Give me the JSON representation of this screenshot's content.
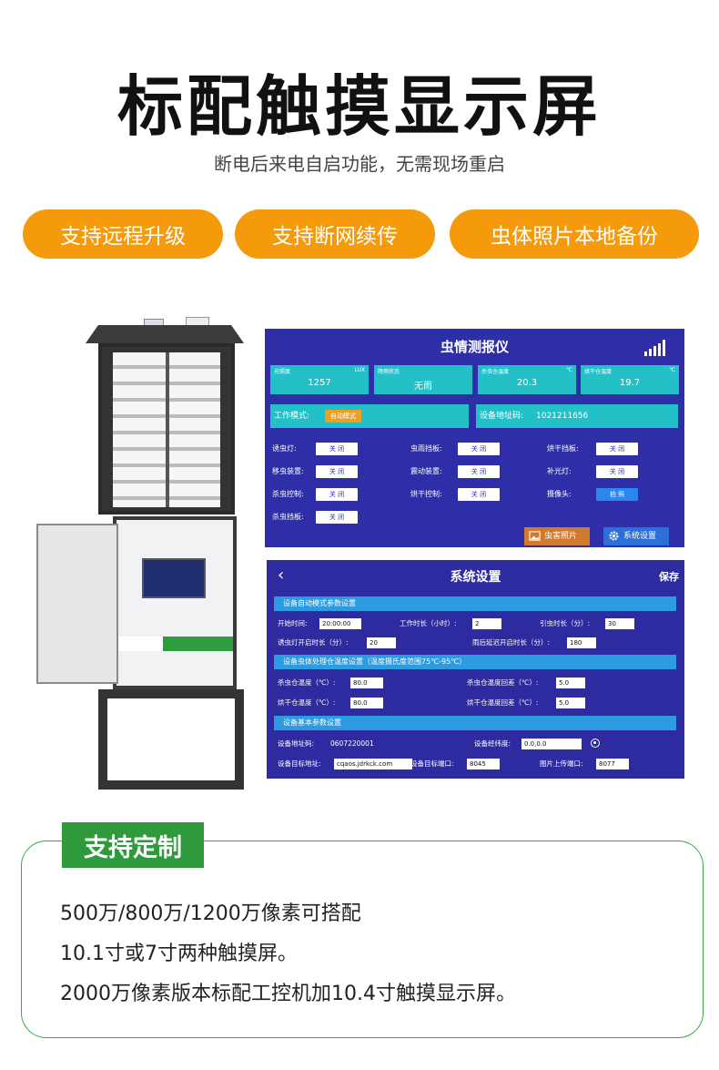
{
  "title": "标配触摸显示屏",
  "subtitle": "断电后来电自启功能，无需现场重启",
  "pills": [
    "支持远程升级",
    "支持断网续传",
    "虫体照片本地备份"
  ],
  "screen1": {
    "title": "虫情测报仪",
    "cards": [
      {
        "label": "光照度",
        "unit": "LUX",
        "value": "1257"
      },
      {
        "label": "降雨状态",
        "unit": "",
        "value": "无雨"
      },
      {
        "label": "杀虫仓温度",
        "unit": "℃",
        "value": "20.3"
      },
      {
        "label": "烘干仓温度",
        "unit": "℃",
        "value": "19.7"
      }
    ],
    "mode_label": "工作模式:",
    "mode_value": "自动模式",
    "addr_label": "设备地址码:",
    "addr_value": "1021211656",
    "controls": [
      {
        "label": "诱虫灯:",
        "value": "关 闭"
      },
      {
        "label": "虫雨挡板:",
        "value": "关 闭"
      },
      {
        "label": "烘干挡板:",
        "value": "关 闭"
      },
      {
        "label": "移虫装置:",
        "value": "关 闭"
      },
      {
        "label": "震动装置:",
        "value": "关 闭"
      },
      {
        "label": "补光灯:",
        "value": "关 闭"
      },
      {
        "label": "杀虫控制:",
        "value": "关 闭"
      },
      {
        "label": "烘干控制:",
        "value": "关 闭"
      },
      {
        "label": "摄像头:",
        "value": "拍 照"
      },
      {
        "label": "杀虫挡板:",
        "value": "关 闭"
      }
    ],
    "btn_photo": "虫害照片",
    "btn_settings": "系统设置"
  },
  "screen2": {
    "back": "‹",
    "title": "系统设置",
    "save": "保存",
    "sec1": "设备自动模式参数设置",
    "start_time_label": "开始时间:",
    "start_time": "20:00:00",
    "work_label": "工作时长（小时）:",
    "work_value": "2",
    "lure_label": "引虫时长（分）:",
    "lure_value": "30",
    "lamp_label": "诱虫灯开启时长（分）:",
    "lamp_value": "20",
    "rain_label": "雨后延迟开启时长（分）:",
    "rain_value": "180",
    "sec2": "设备虫体处理仓温度设置（温度摄氏度范围75℃-95℃）",
    "kill_temp_label": "杀虫仓温度（℃）:",
    "kill_temp": "80.0",
    "kill_diff_label": "杀虫仓温度回差（℃）:",
    "kill_diff": "5.0",
    "dry_temp_label": "烘干仓温度（℃）:",
    "dry_temp": "80.0",
    "dry_diff_label": "烘干仓温度回差（℃）:",
    "dry_diff": "5.0",
    "sec3": "设备基本参数设置",
    "addr_label": "设备地址码:",
    "addr_value": "0607220001",
    "lnglat_label": "设备经纬度:",
    "lnglat_value": "0.0,0.0",
    "target_label": "设备目标地址:",
    "target_value": "cqaos.jdrkck.com",
    "port_label": "设备目标端口:",
    "port_value": "8045",
    "img_port_label": "图片上传端口:",
    "img_port_value": "8077"
  },
  "custom": {
    "title": "支持定制",
    "lines": [
      "500万/800万/1200万像素可搭配",
      "10.1寸或7寸两种触摸屏。",
      "2000万像素版本标配工控机加10.4寸触摸显示屏。"
    ]
  },
  "colors": {
    "accent_orange": "#f59a0a",
    "green": "#2f9a3b",
    "screen_bg": "#2e2ea8",
    "cyan": "#23c0c8"
  }
}
